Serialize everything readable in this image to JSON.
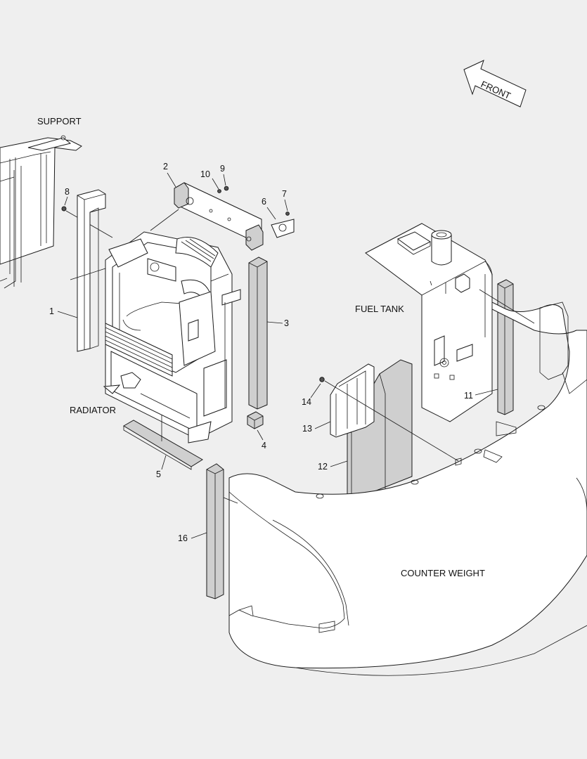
{
  "labels": {
    "support": "SUPPORT",
    "radiator": "RADIATOR",
    "fuel_tank": "FUEL TANK",
    "counter_weight": "COUNTER WEIGHT",
    "front": "FRONT"
  },
  "callouts": {
    "c1": "1",
    "c2": "2",
    "c3": "3",
    "c4": "4",
    "c5": "5",
    "c6": "6",
    "c7": "7",
    "c8": "8",
    "c9": "9",
    "c10": "10",
    "c11": "11",
    "c12": "12",
    "c13": "13",
    "c14": "14",
    "c16": "16"
  }
}
